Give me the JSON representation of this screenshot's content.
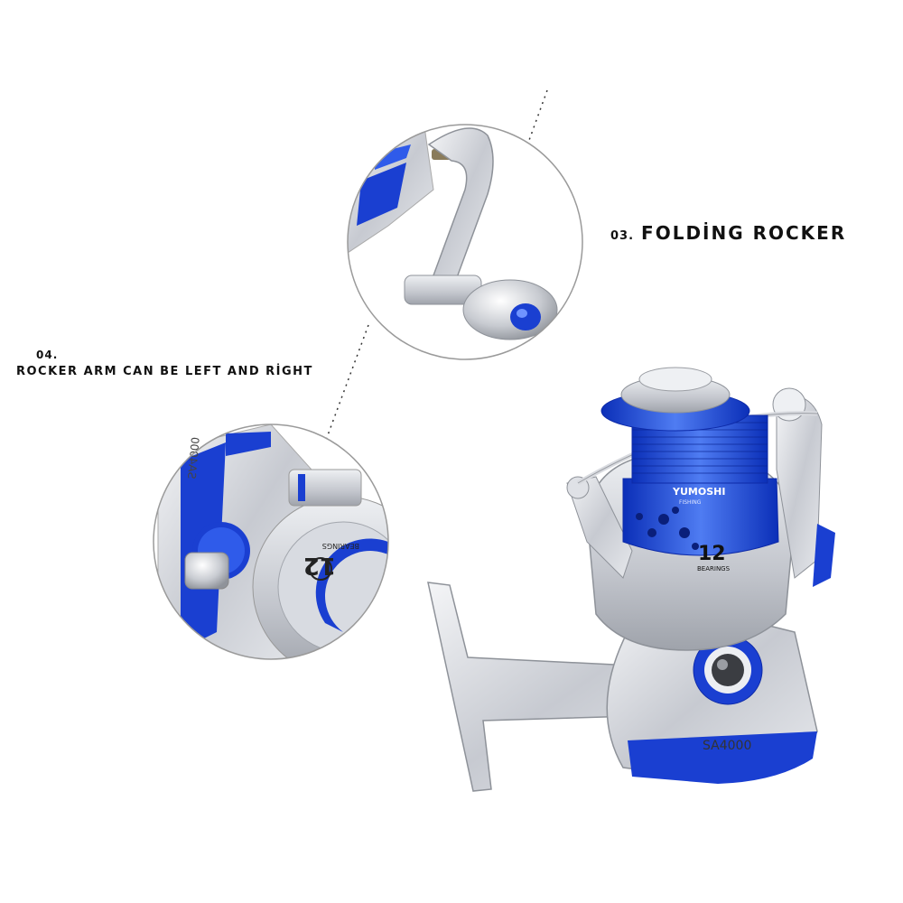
{
  "captions": {
    "folding_rocker": {
      "number": "03.",
      "text": "FOLDİNG ROCKER"
    },
    "rocker_arm": {
      "number": "04.",
      "text": "ROCKER ARM CAN BE LEFT AND RİGHT"
    }
  },
  "reel": {
    "model": "SA4000",
    "brand": "YUMOSHI",
    "brand_sub": "FISHING",
    "bearings_count": "12",
    "bearings_label": "BEARINGS"
  },
  "detail_left": {
    "model_mirrored": "SA4000",
    "bearings_count": "12",
    "bearings_label": "BEARINGS"
  },
  "colors": {
    "accent_blue": "#1a3fd1",
    "deep_blue": "#0d2aa8",
    "silver": "#c9ccd3",
    "silver_light": "#eef0f3",
    "outline": "#9a9a9a"
  }
}
